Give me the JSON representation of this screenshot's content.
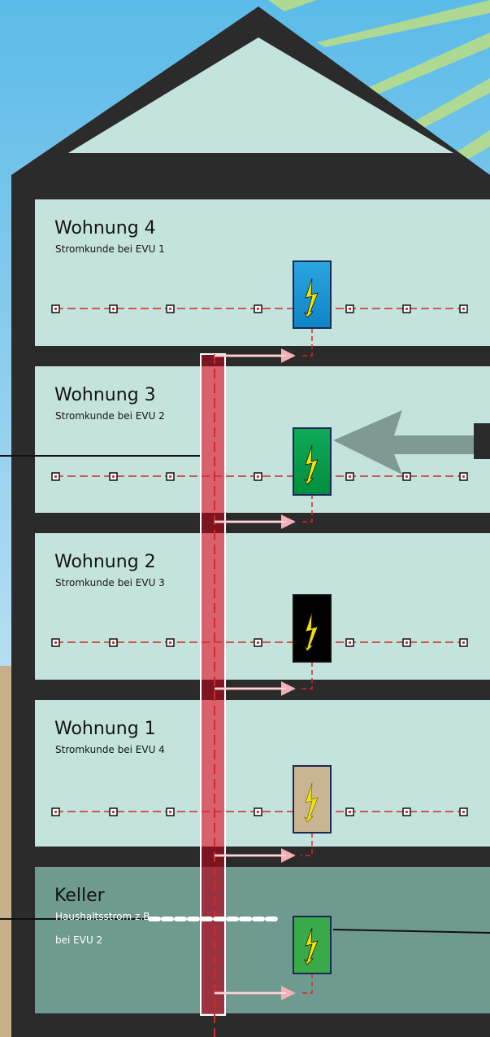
{
  "floors": [
    {
      "title": "Wohnung 4",
      "subtitle": "Stromkunde bei EVU 1",
      "meter_color": "#1b9ad6"
    },
    {
      "title": "Wohnung 3",
      "subtitle": "Stromkunde bei EVU 2",
      "meter_color": "#00a04a"
    },
    {
      "title": "Wohnung 2",
      "subtitle": "Stromkunde bei EVU 3",
      "meter_color": "#000000"
    },
    {
      "title": "Wohnung 1",
      "subtitle": "Stromkunde bei EVU 4",
      "meter_color": "#c9b592"
    }
  ],
  "keller": {
    "title": "Keller",
    "subtitle_line1": "Haushaltsstrom z.B.",
    "subtitle_line2": "bei EVU 2",
    "meter_color": "#3aa94a"
  },
  "colors": {
    "sky_top": "#5bbbe8",
    "sky_bottom": "#e9f4fb",
    "walls": "#2b2b2b",
    "room": "#c5e3dd",
    "keller_room": "#6f9a90",
    "riser": "#d9606d",
    "riser_dark": "#7d1520",
    "wiring": "#d02a2a",
    "bolt": "#f5e400",
    "arrow": "#7f9a95"
  }
}
